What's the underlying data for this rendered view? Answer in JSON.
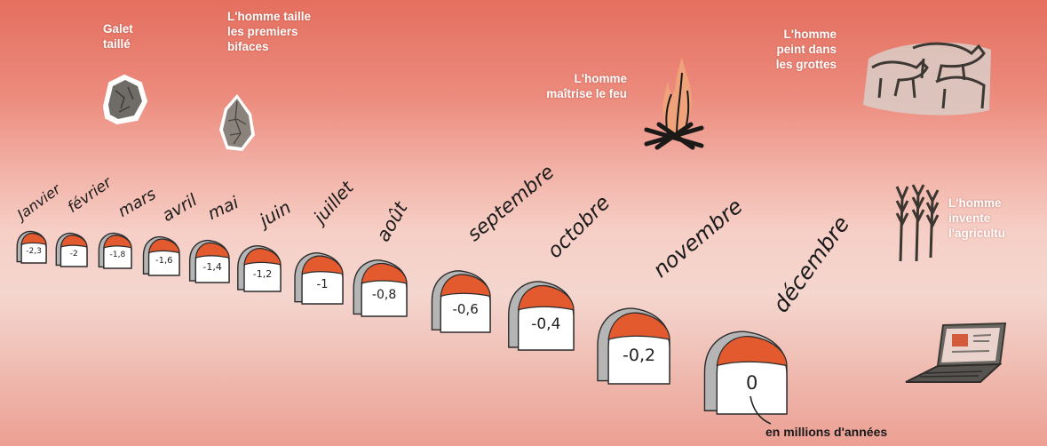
{
  "events": {
    "galet": "Galet\ntaillé",
    "bifaces": "L'homme taille\nles premiers\nbifaces",
    "feu": "L'homme\nmaîtrise le feu",
    "grottes": "L'homme\npeint dans\nles grottes",
    "agriculture": "L'homme\ninvente\nl'agricultu"
  },
  "months": [
    "Janvier",
    "février",
    "mars",
    "avril",
    "mai",
    "juin",
    "juillet",
    "août",
    "septembre",
    "octobre",
    "novembre",
    "décembre"
  ],
  "milestones": [
    "-2,3",
    "-2",
    "-1,8",
    "-1,6",
    "-1,4",
    "-1,2",
    "-1",
    "-0,8",
    "-0,6",
    "-0,4",
    "-0,2",
    "0"
  ],
  "unit_label": "en millions d'années",
  "colors": {
    "stone_cap": "#e25a2e",
    "stone_body": "#ffffff",
    "stone_side": "#b5b5b5",
    "caption": "#ffffff"
  },
  "icons": [
    "galet-icon",
    "biface-icon",
    "feu-icon",
    "peinture-rupestre-icon",
    "ble-icon",
    "ordinateur-portable-icon"
  ]
}
